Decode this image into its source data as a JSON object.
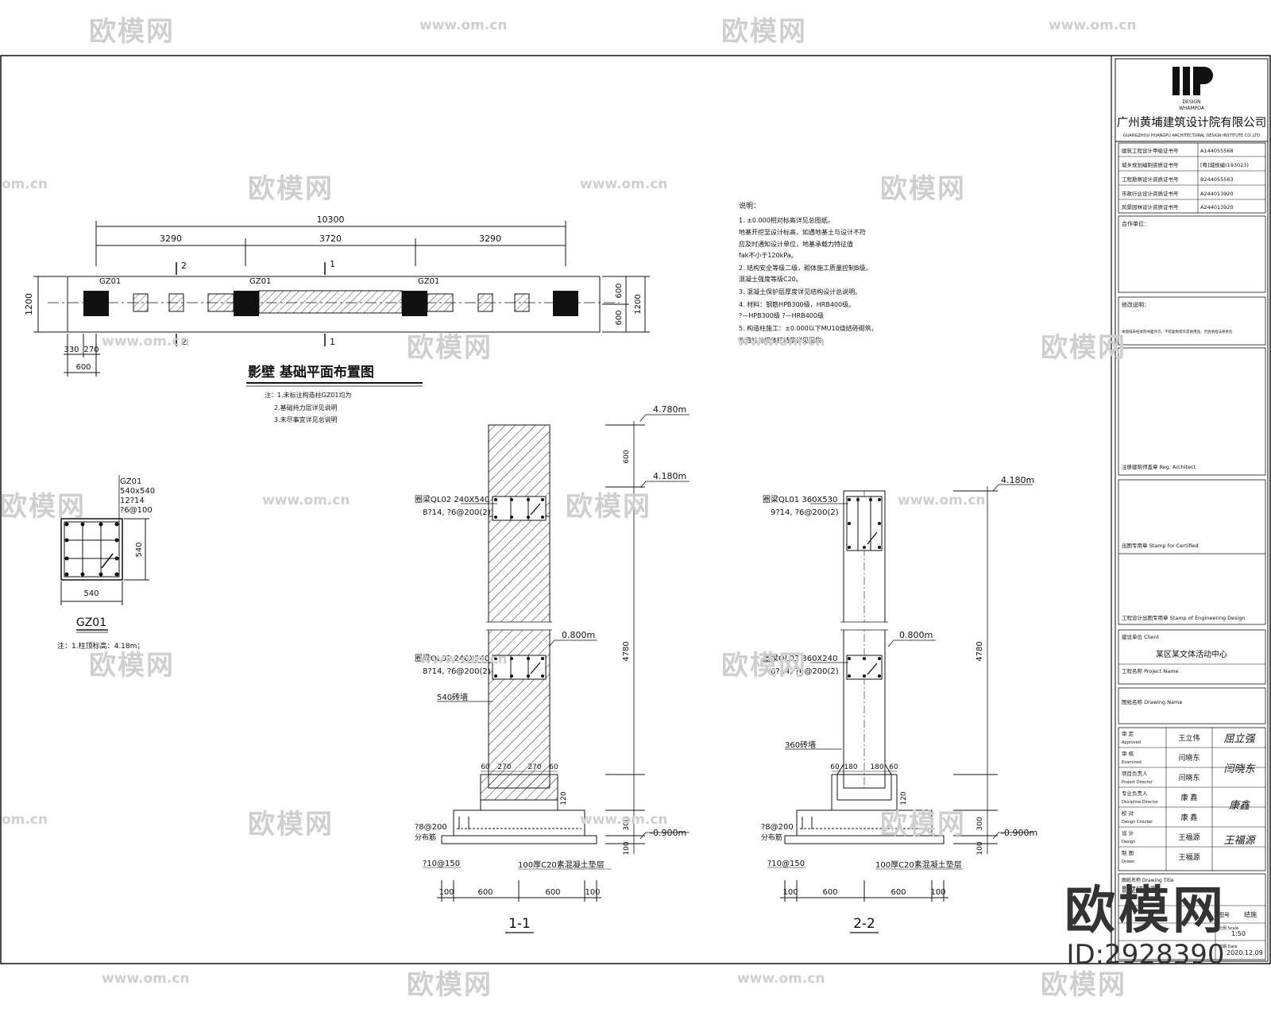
{
  "watermark": {
    "site_cn": "欧模网",
    "site_url": "www.om.cn",
    "site_url_partial": "om.cn",
    "id_label": "ID:2928390"
  },
  "plan": {
    "overall_dim": "10300",
    "dims": [
      "3290",
      "3720",
      "3290"
    ],
    "left_dim": "1200",
    "right_dims": [
      "600",
      "600"
    ],
    "right_dim_total": "1200",
    "bottom_dims": [
      "330",
      "270"
    ],
    "bottom_total": "600",
    "column_tags": [
      "GZ01",
      "GZ01",
      "GZ01"
    ],
    "section_marks": {
      "s1": "1",
      "s2": "2"
    },
    "title": "影壁 基础平面布置图",
    "notes": [
      "注：1.未标注构造柱GZ01均为",
      "2.基础持力层详见说明",
      "3.未尽事宜详见总说明"
    ]
  },
  "gz01": {
    "tag_lines": [
      "GZ01",
      "540x540",
      "12?14",
      "?6@100"
    ],
    "dim_h": "540",
    "dim_w": "540",
    "title": "GZ01",
    "note": "注：1.柱顶标高：4.18m；"
  },
  "notes_block": {
    "title": "说明：",
    "lines": [
      "1. ±0.000相对标高详见总图纸。",
      "   地基开挖至设计标高，如遇地基土与设计不符",
      "   应及时通知设计单位，地基承载力特征值",
      "   fak不小于120kPa。",
      "2. 结构安全等级二级，砌体施工质量控制B级。",
      "   混凝土强度等级C20。",
      "3. 混凝土保护层厚度详见结构设计总说明。",
      "4. 材料：钢筋HPB300级，HRB400级。",
      "   ?—HPB300级  ?—HRB400级",
      "5. 构造柱施工：±0.000以下MU10烧结砖砌筑，",
      "   构造柱与墙体拉结筋详见图集。"
    ]
  },
  "section_11": {
    "levels": [
      "4.780m",
      "4.180m",
      "0.800m",
      "-0.900m"
    ],
    "dims_v": [
      "600",
      "4780",
      "120",
      "300",
      "100"
    ],
    "beam_top": {
      "line1": "圈梁QL02  240X540",
      "line2": "8?14, ?6@200(2)"
    },
    "beam_mid": {
      "line1": "圈梁QL02  240X540",
      "line2": "8?14, ?6@200(2)"
    },
    "wall_label": "540砖墙",
    "step_dims": [
      "60",
      "270",
      "270",
      "60"
    ],
    "rebar1": "?8@200",
    "rebar1_sub": "分布筋",
    "rebar2": "?10@150",
    "base_label": "100厚C20素混凝土垫层",
    "base_dims": [
      "100",
      "600",
      "600",
      "100"
    ],
    "title": "1-1"
  },
  "section_22": {
    "levels": [
      "4.180m",
      "0.800m",
      "-0.900m"
    ],
    "dims_v": [
      "4780",
      "120",
      "300",
      "100"
    ],
    "beam_top": {
      "line1": "圈梁QL01  360X530",
      "line2": "9?14, ?6@200(2)"
    },
    "beam_mid": {
      "line1": "圈梁QL03  360X240",
      "line2": "6?14, ?6@200(2)"
    },
    "wall_label": "360砖墙",
    "step_dims": [
      "60",
      "180",
      "180",
      "60"
    ],
    "rebar1": "?8@200",
    "rebar1_sub": "分布筋",
    "rebar2": "?10@150",
    "base_label": "100厚C20素混凝土垫层",
    "base_dims": [
      "100",
      "600",
      "600",
      "100"
    ],
    "title": "2-2"
  },
  "title_block": {
    "logo_mark": "IIP",
    "logo_sub1": "DESIGN",
    "logo_sub2": "WHAMPOA",
    "company": "广州黄埔建筑设计院有限公司",
    "company_en": "GUANGZHOU HUANGPU ARCHITECTURAL DESIGN INSTITUTE CO.,LTD",
    "certs": [
      {
        "label": "建筑工程设计甲级证书号",
        "value": "A144055568"
      },
      {
        "label": "城乡规划编制资质证书号",
        "value": "[粤]城规编(193023)"
      },
      {
        "label": "工程勘察设计资质证书号",
        "value": "B244055563"
      },
      {
        "label": "市政行业设计资质证书号",
        "value": "A244013920"
      },
      {
        "label": "风景园林设计资质证书号",
        "value": "A244013920"
      }
    ],
    "cooperation": "合作单位：",
    "revision": "修改说明：",
    "revision_text": "本图纸未经本院书面许可，不得复制或作其他用途，否则承担法律责任",
    "reg_architect": "注册建筑师盖章 Reg. Architect",
    "stamp_for_certificate": "出图专用章 Stamp for Certified",
    "stamp_for_design": "工程设计出图专用章 Stamp of Engineering Design",
    "client_label": "建设单位 Client",
    "client": "某区某文体活动中心",
    "project_label": "工程名称 Project Name",
    "drawing_label": "图纸名称 Drawing Name",
    "roles": [
      {
        "label": "审 定",
        "en": "Approved",
        "name": "王立伟",
        "sig": "屈立强"
      },
      {
        "label": "审 核",
        "en": "Examined",
        "name": "闫晓东",
        "sig": "闫晓东"
      },
      {
        "label": "项目负责人",
        "en": "Project Director",
        "name": "闫晓东",
        "sig": ""
      },
      {
        "label": "专业负责人",
        "en": "Discipline Director",
        "name": "康 鑫",
        "sig": "康鑫"
      },
      {
        "label": "校 对",
        "en": "Design Checker",
        "name": "康 鑫",
        "sig": ""
      },
      {
        "label": "设 计",
        "en": "Design",
        "name": "王福源",
        "sig": "王福源"
      },
      {
        "label": "制 图",
        "en": "Drawn",
        "name": "王福源",
        "sig": ""
      }
    ],
    "drawing_title_label": "图纸名称 Drawing Title",
    "drawing_title": "影壁结构图",
    "sheet_no_label": "图号",
    "sheet_no": "结施",
    "scale_label": "比例 Scale",
    "scale": "1:50",
    "date_label": "日期 Date",
    "date": "2020.12.09"
  }
}
